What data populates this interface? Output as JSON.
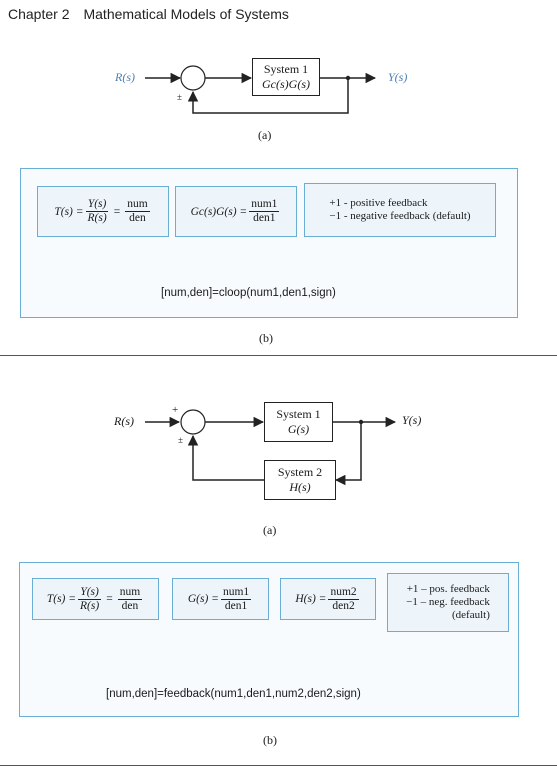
{
  "header": {
    "chapter": "Chapter 2",
    "title": "Mathematical Models of Systems"
  },
  "fig_a1": {
    "input": "R(s)",
    "output": "Y(s)",
    "sign": "±",
    "block_title": "System 1",
    "block_tf": "Gc(s)G(s)",
    "caption": "(a)"
  },
  "fig_b1": {
    "t_lhs": "T(s) =",
    "t_num": "Y(s)",
    "t_den": "R(s)",
    "t_eq": "=",
    "t_n": "num",
    "t_d": "den",
    "g_lhs": "Gc(s)G(s) =",
    "g_num": "num1",
    "g_den": "den1",
    "opt1": "+1 - positive feedback",
    "opt2": "−1 - negative feedback (default)",
    "command": "[num,den]=cloop(num1,den1,sign)",
    "caption": "(b)"
  },
  "fig_a2": {
    "input": "R(s)",
    "output": "Y(s)",
    "plus": "+",
    "sign": "±",
    "block1_title": "System 1",
    "block1_tf": "G(s)",
    "block2_title": "System 2",
    "block2_tf": "H(s)",
    "caption": "(a)"
  },
  "fig_b2": {
    "t_lhs": "T(s) =",
    "t_num": "Y(s)",
    "t_den": "R(s)",
    "t_eq": "=",
    "t_n": "num",
    "t_d": "den",
    "g_lhs": "G(s) =",
    "g_num": "num1",
    "g_den": "den1",
    "h_lhs": "H(s) =",
    "h_num": "num2",
    "h_den": "den2",
    "opt1": "+1 – pos. feedback",
    "opt2": "−1 – neg. feedback",
    "opt3": "(default)",
    "command": "[num,den]=feedback(num1,den1,num2,den2,sign)",
    "caption": "(b)"
  }
}
